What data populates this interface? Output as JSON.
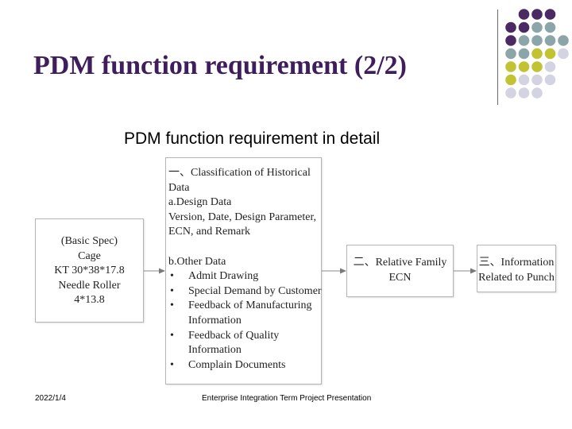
{
  "slide": {
    "title": "PDM function requirement (2/2)",
    "subtitle": "PDM function requirement in detail",
    "accent_colors": {
      "title": "#3e1e5c",
      "dot_purple": "#4b2a63",
      "dot_teal": "#8ba5a8",
      "dot_olive": "#c3c232",
      "dot_lavender": "#d4d3e2"
    }
  },
  "diagram": {
    "basic_spec": {
      "lines": [
        "(Basic Spec)",
        "Cage",
        "KT 30*38*17.8",
        "Needle Roller",
        "4*13.8"
      ]
    },
    "historical": {
      "lines": [
        "一、Classification of Historical",
        "Data",
        "a.Design Data",
        "Version, Date, Design Parameter,",
        "ECN, and Remark"
      ],
      "other_heading": "b.Other Data",
      "bullets": [
        [
          "Admit Drawing"
        ],
        [
          "Special Demand by Customer"
        ],
        [
          "Feedback of Manufacturing",
          "Information"
        ],
        [
          "Feedback of Quality",
          "Information"
        ],
        [
          "Complain Documents"
        ]
      ]
    },
    "relative_family": {
      "lines": [
        "二、Relative Family",
        "ECN"
      ]
    },
    "information_punch": {
      "lines": [
        "三、Information",
        "Related to Punch"
      ]
    }
  },
  "footer": {
    "date": "2022/1/4",
    "center": "Enterprise Integration Term Project Presentation"
  }
}
